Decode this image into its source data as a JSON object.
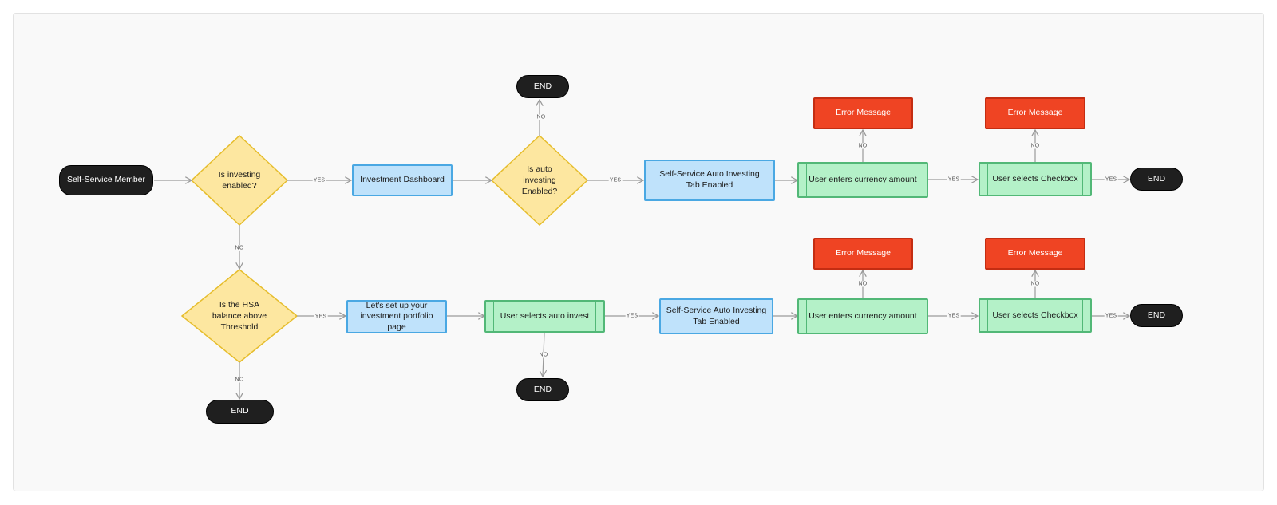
{
  "colors": {
    "terminal": "#1f1f1f",
    "process_fill": "#bfe2fb",
    "process_border": "#4aa8e3",
    "subprocess_fill": "#b4f1c8",
    "subprocess_border": "#52b877",
    "decision_fill": "#fde7a0",
    "decision_border": "#e6bd2c",
    "error_fill": "#ef4423",
    "connector": "#9a9a9a"
  },
  "nodes": {
    "start": "Self-Service Member",
    "q_investing": "Is investing enabled?",
    "investment_dashboard": "Investment Dashboard",
    "q_auto": "Is auto investing Enabled?",
    "end_top": "END",
    "auto_tab_1": "Self-Service Auto Investing Tab Enabled",
    "currency_1": "User enters currency amount",
    "error_1": "Error Message",
    "checkbox_1": "User selects Checkbox",
    "error_2": "Error Message",
    "end_row1": "END",
    "q_hsa": "Is the HSA balance above Threshold",
    "setup_portfolio": "Let's set up your investment portfolio page",
    "select_auto": "User selects auto invest",
    "end_mid": "END",
    "auto_tab_2": "Self-Service Auto Investing Tab Enabled",
    "currency_2": "User enters currency amount",
    "error_3": "Error Message",
    "checkbox_2": "User selects Checkbox",
    "error_4": "Error Message",
    "end_row2": "END",
    "end_hsa": "END"
  },
  "edge_labels": {
    "yes": "YES",
    "no": "NO"
  }
}
